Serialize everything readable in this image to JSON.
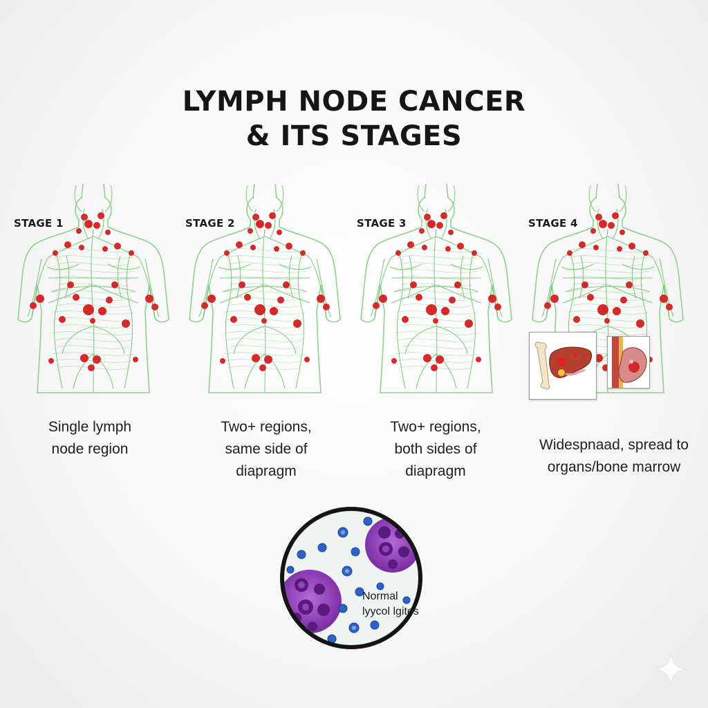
{
  "title": {
    "line1": "LYMPH NODE CANCER",
    "line2": "& ITS STAGES"
  },
  "stages": [
    {
      "label": "STAGE 1",
      "description": [
        "Single lymph",
        "node region"
      ]
    },
    {
      "label": "STAGE 2",
      "description": [
        "Two+ regions,",
        "same side of",
        "diapragm"
      ]
    },
    {
      "label": "STAGE 3",
      "description": [
        "Two+ regions,",
        "both sides of",
        "diapragm"
      ]
    },
    {
      "label": "STAGE 4",
      "description": [
        "Widespnaad, spread to",
        "organs/bone marrow"
      ]
    }
  ],
  "microscope": {
    "caption": [
      "Normal",
      "lyycol lgites"
    ]
  },
  "colors": {
    "lymph_vessel": "#6cc46a",
    "body_outline": "#8fd08c",
    "node": "#d42a2a",
    "malignant_cell": "#8a2fb0",
    "normal_lymphocyte": "#2f62c8",
    "liver": "#b5402f",
    "bone": "#f2e6c8"
  },
  "icons": [
    "body-lymph-system-icon",
    "bone-icon",
    "liver-icon",
    "heart-organ-icon",
    "sparkle-icon"
  ]
}
